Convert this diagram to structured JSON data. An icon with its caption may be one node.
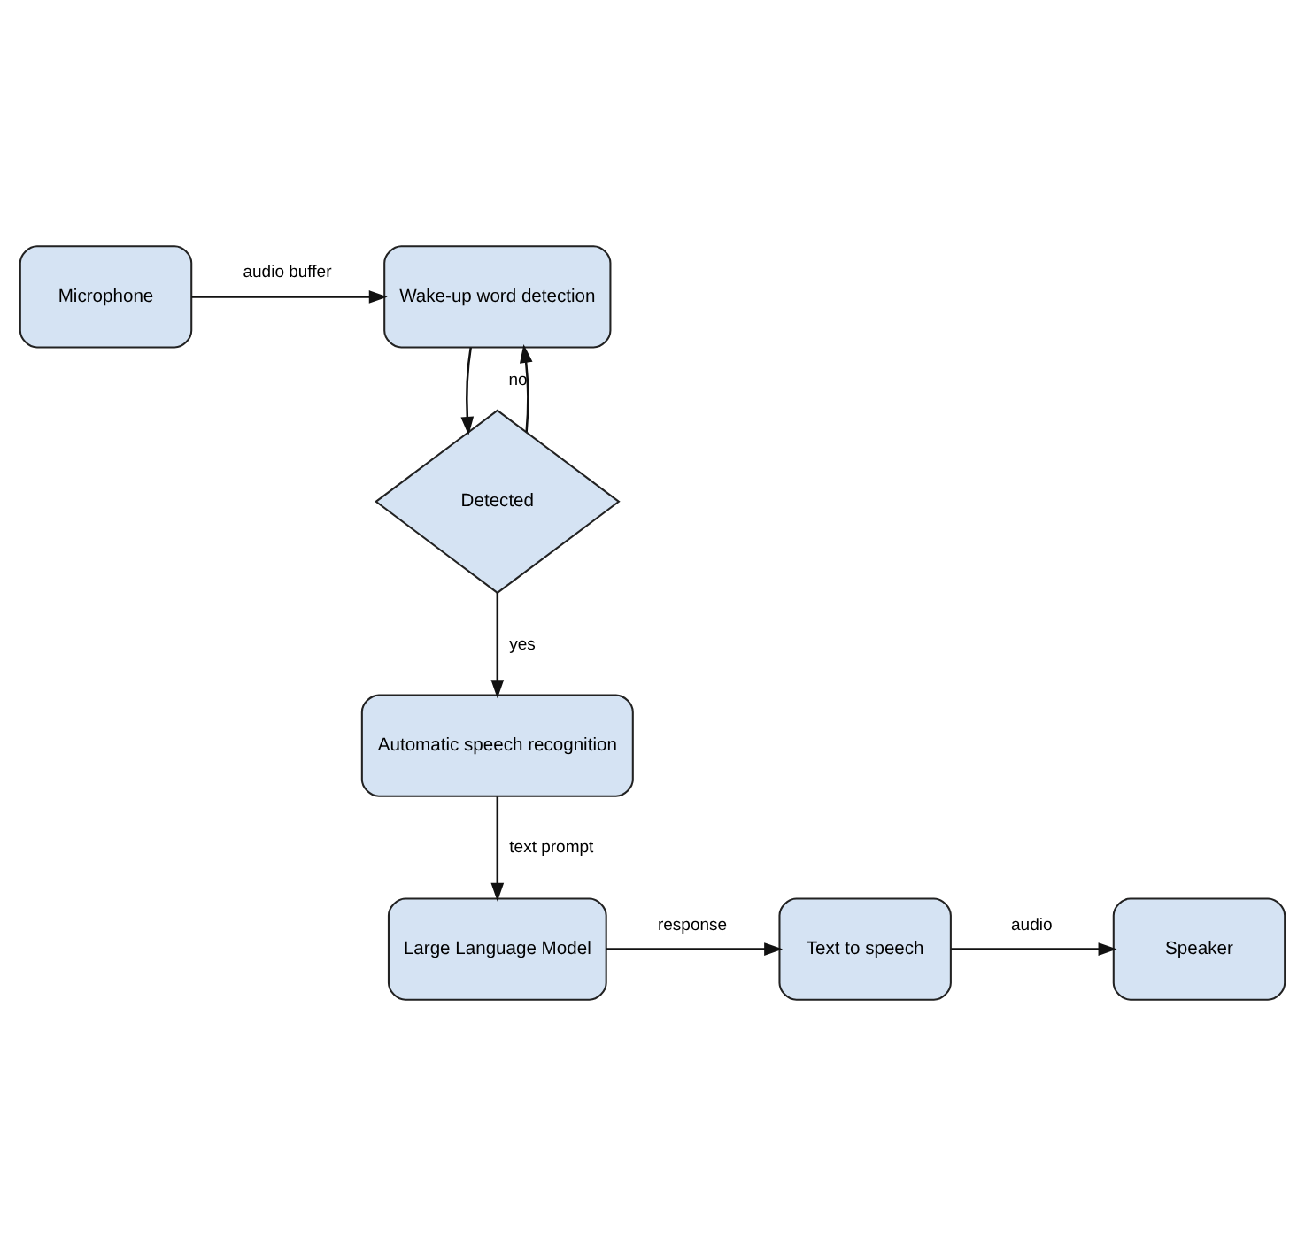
{
  "diagram": {
    "nodes": [
      {
        "text": [
          "Microphone"
        ]
      },
      {
        "text": [
          "Wake-up word detection"
        ]
      },
      {
        "text": [
          "Detected"
        ]
      },
      {
        "text": [
          "Automatic speech recognition"
        ]
      },
      {
        "text": [
          "Large Language Model"
        ]
      },
      {
        "text": [
          "Text to speech"
        ]
      },
      {
        "text": [
          "Speaker"
        ]
      }
    ],
    "edges": [
      {
        "from": 0,
        "to": 1,
        "arrow": "to",
        "label": "audio buffer"
      },
      {
        "from": 1,
        "to": 2,
        "arrow": "to"
      },
      {
        "from": 2,
        "to": 1,
        "arrow": "to",
        "label": "no"
      },
      {
        "from": 2,
        "to": 3,
        "arrow": "to",
        "label": "yes"
      },
      {
        "from": 3,
        "to": 4,
        "arrow": "to",
        "label": "text prompt"
      },
      {
        "from": 4,
        "to": 5,
        "arrow": "to",
        "label": "response"
      },
      {
        "from": 5,
        "to": 6,
        "arrow": "to",
        "label": "audio"
      }
    ]
  }
}
